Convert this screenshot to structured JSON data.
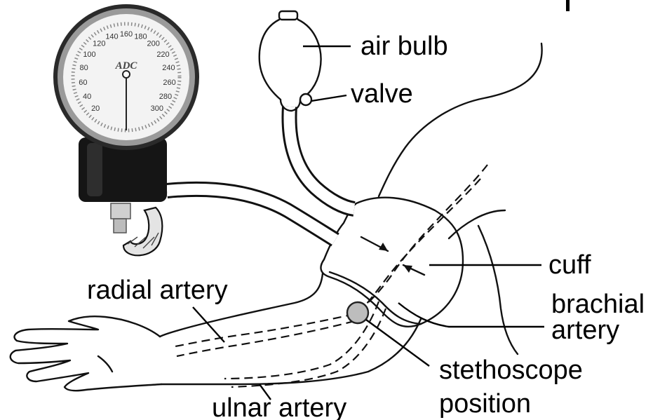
{
  "labels": {
    "air_bulb": "air bulb",
    "valve": "valve",
    "cuff": "cuff",
    "brachial_line1": "brachial",
    "brachial_line2": "artery",
    "radial_artery": "radial artery",
    "ulnar_artery": "ulnar artery",
    "stethoscope_line1": "stethoscope",
    "stethoscope_line2": "position"
  },
  "gauge": {
    "ticks": [
      "20",
      "40",
      "60",
      "80",
      "100",
      "120",
      "140",
      "160",
      "180",
      "200",
      "220",
      "240",
      "260",
      "280",
      "300"
    ],
    "brand": "ADC"
  }
}
